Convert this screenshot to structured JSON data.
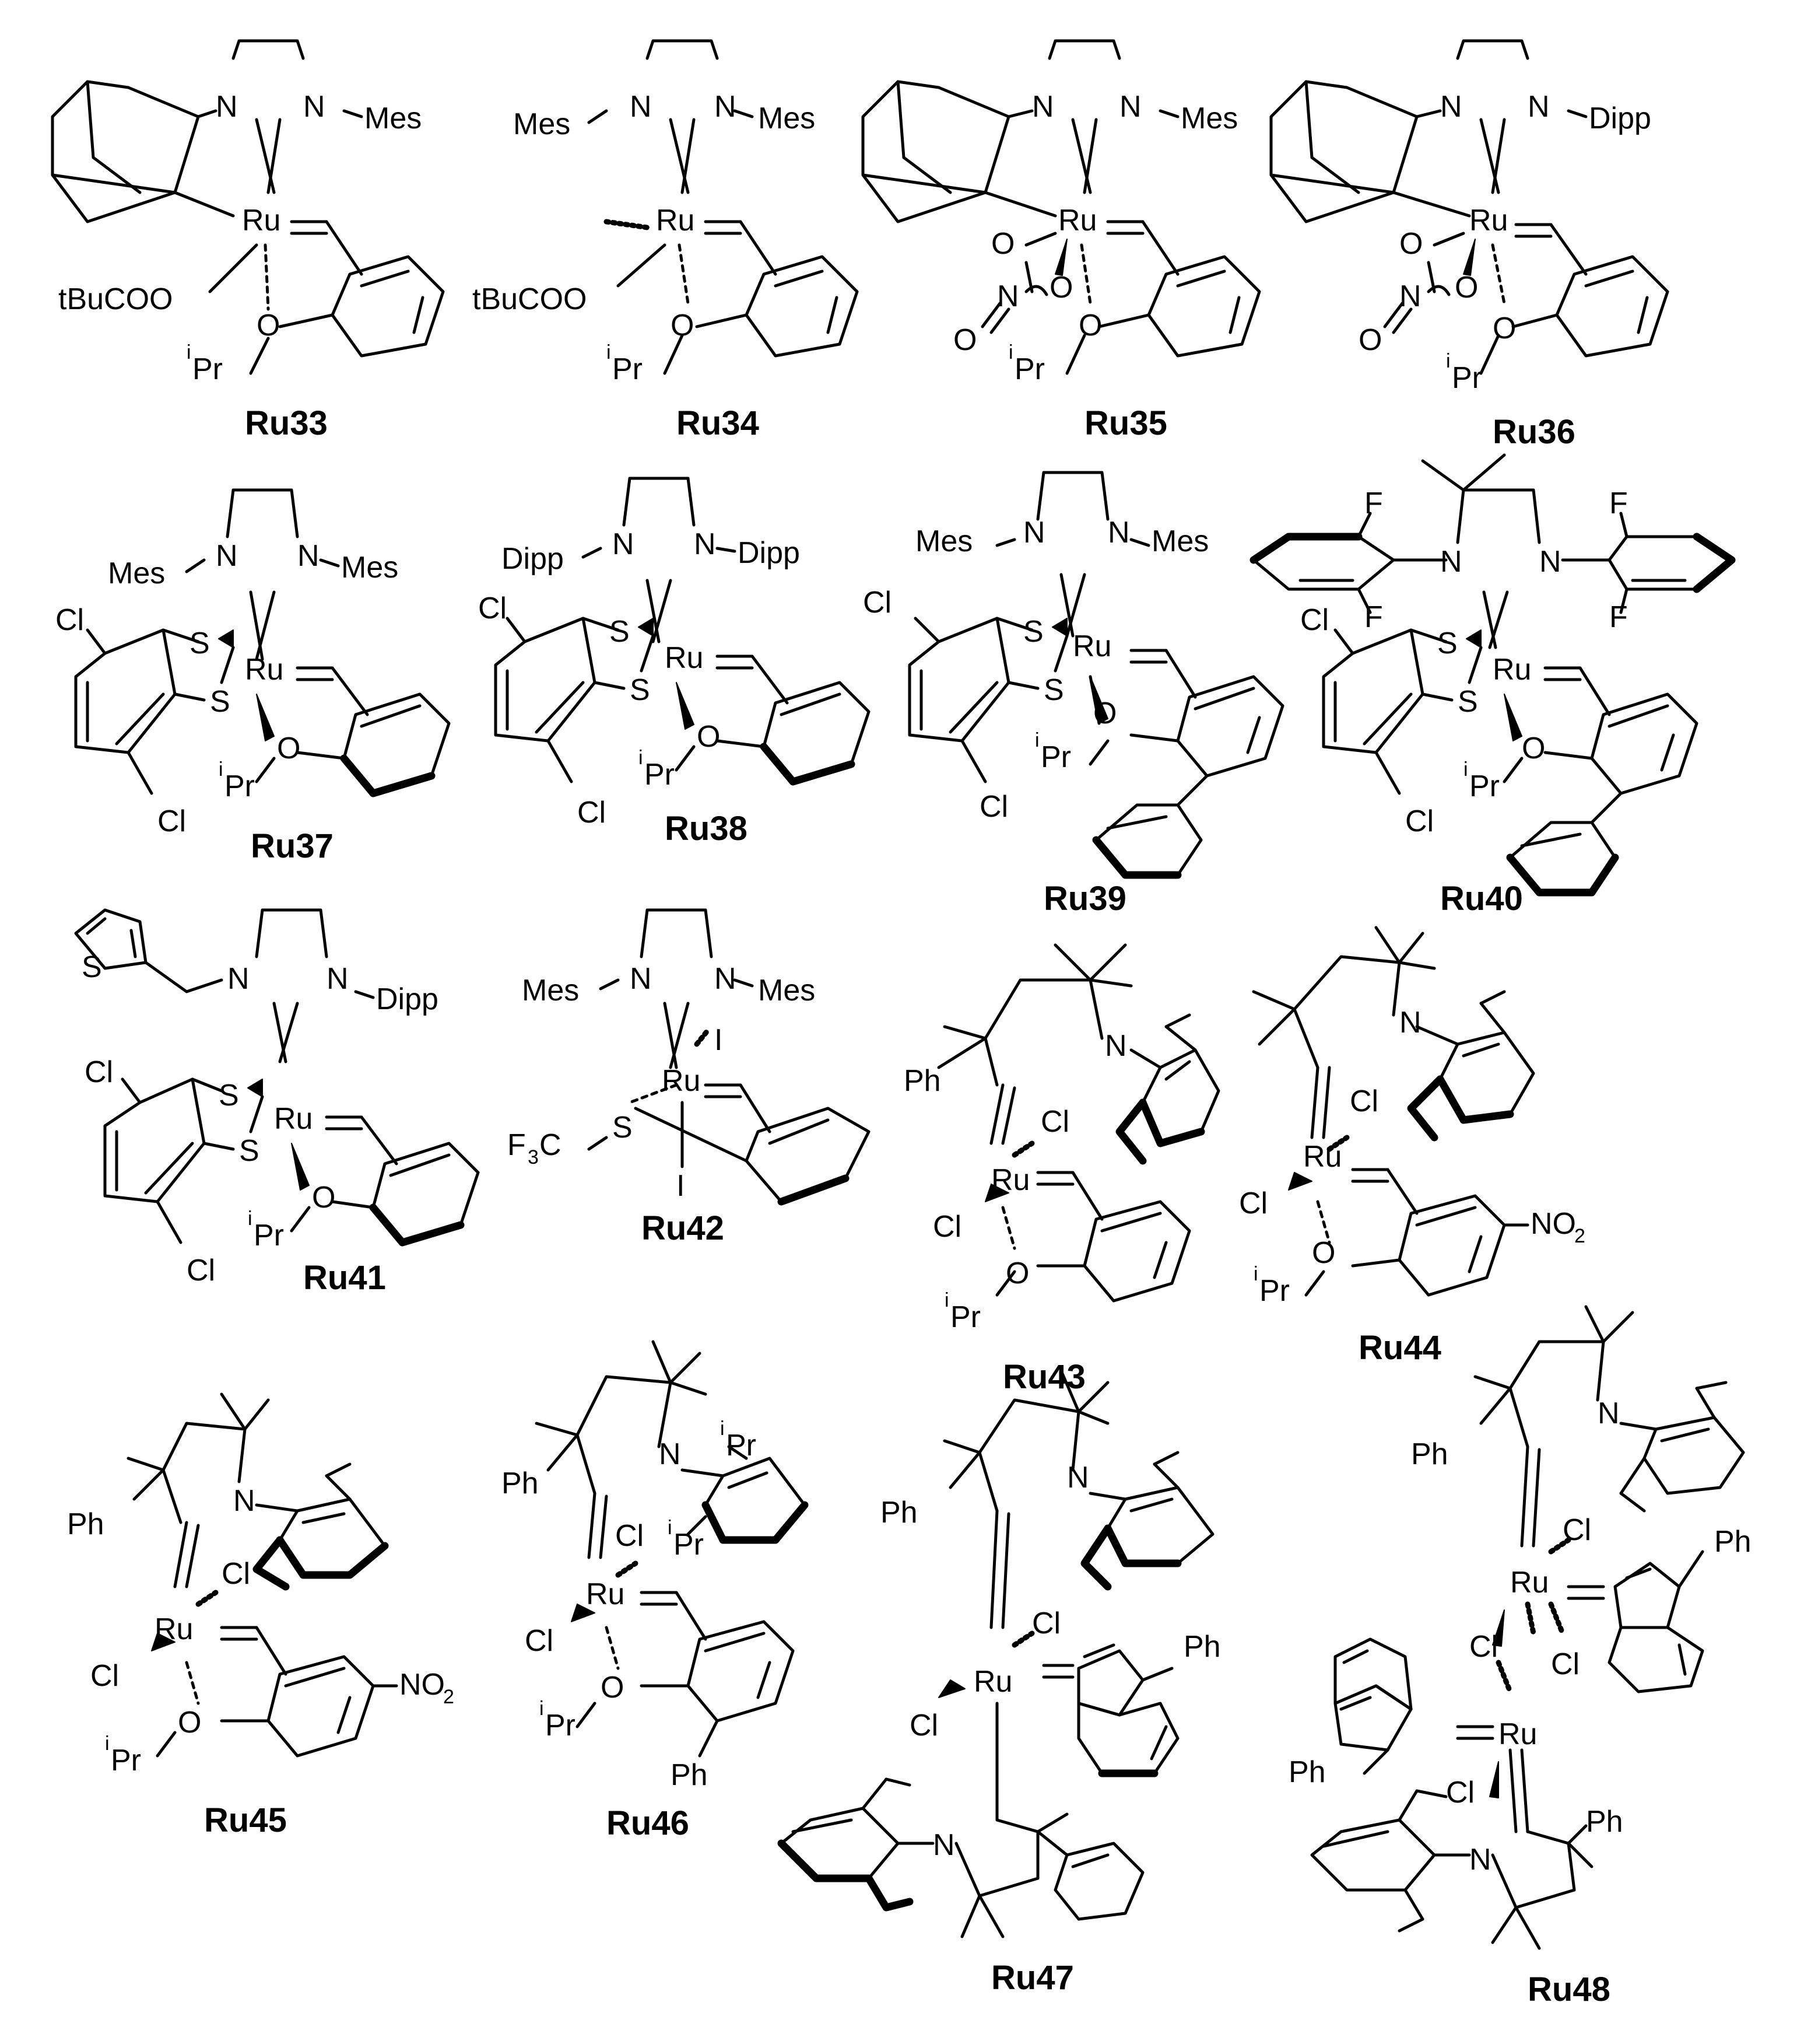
{
  "figure": {
    "compounds": [
      {
        "id": "Ru33",
        "label": "Ru33"
      },
      {
        "id": "Ru34",
        "label": "Ru34"
      },
      {
        "id": "Ru35",
        "label": "Ru35"
      },
      {
        "id": "Ru36",
        "label": "Ru36"
      },
      {
        "id": "Ru37",
        "label": "Ru37"
      },
      {
        "id": "Ru38",
        "label": "Ru38"
      },
      {
        "id": "Ru39",
        "label": "Ru39"
      },
      {
        "id": "Ru40",
        "label": "Ru40"
      },
      {
        "id": "Ru41",
        "label": "Ru41"
      },
      {
        "id": "Ru42",
        "label": "Ru42"
      },
      {
        "id": "Ru43",
        "label": "Ru43"
      },
      {
        "id": "Ru44",
        "label": "Ru44"
      },
      {
        "id": "Ru45",
        "label": "Ru45"
      },
      {
        "id": "Ru46",
        "label": "Ru46"
      },
      {
        "id": "Ru47",
        "label": "Ru47"
      },
      {
        "id": "Ru48",
        "label": "Ru48"
      }
    ],
    "atoms": {
      "ru": "Ru",
      "n": "N",
      "o": "O",
      "s": "S",
      "cl": "Cl",
      "f": "F",
      "i": "I",
      "mes": "Mes",
      "dipp": "Dipp",
      "ph": "Ph",
      "pr": "Pr",
      "ipr_sup": "i",
      "tbucoo": "tBuCOO",
      "no2": "NO",
      "sub2": "2",
      "f3c": "F",
      "sub3": "3",
      "c": "C"
    }
  }
}
